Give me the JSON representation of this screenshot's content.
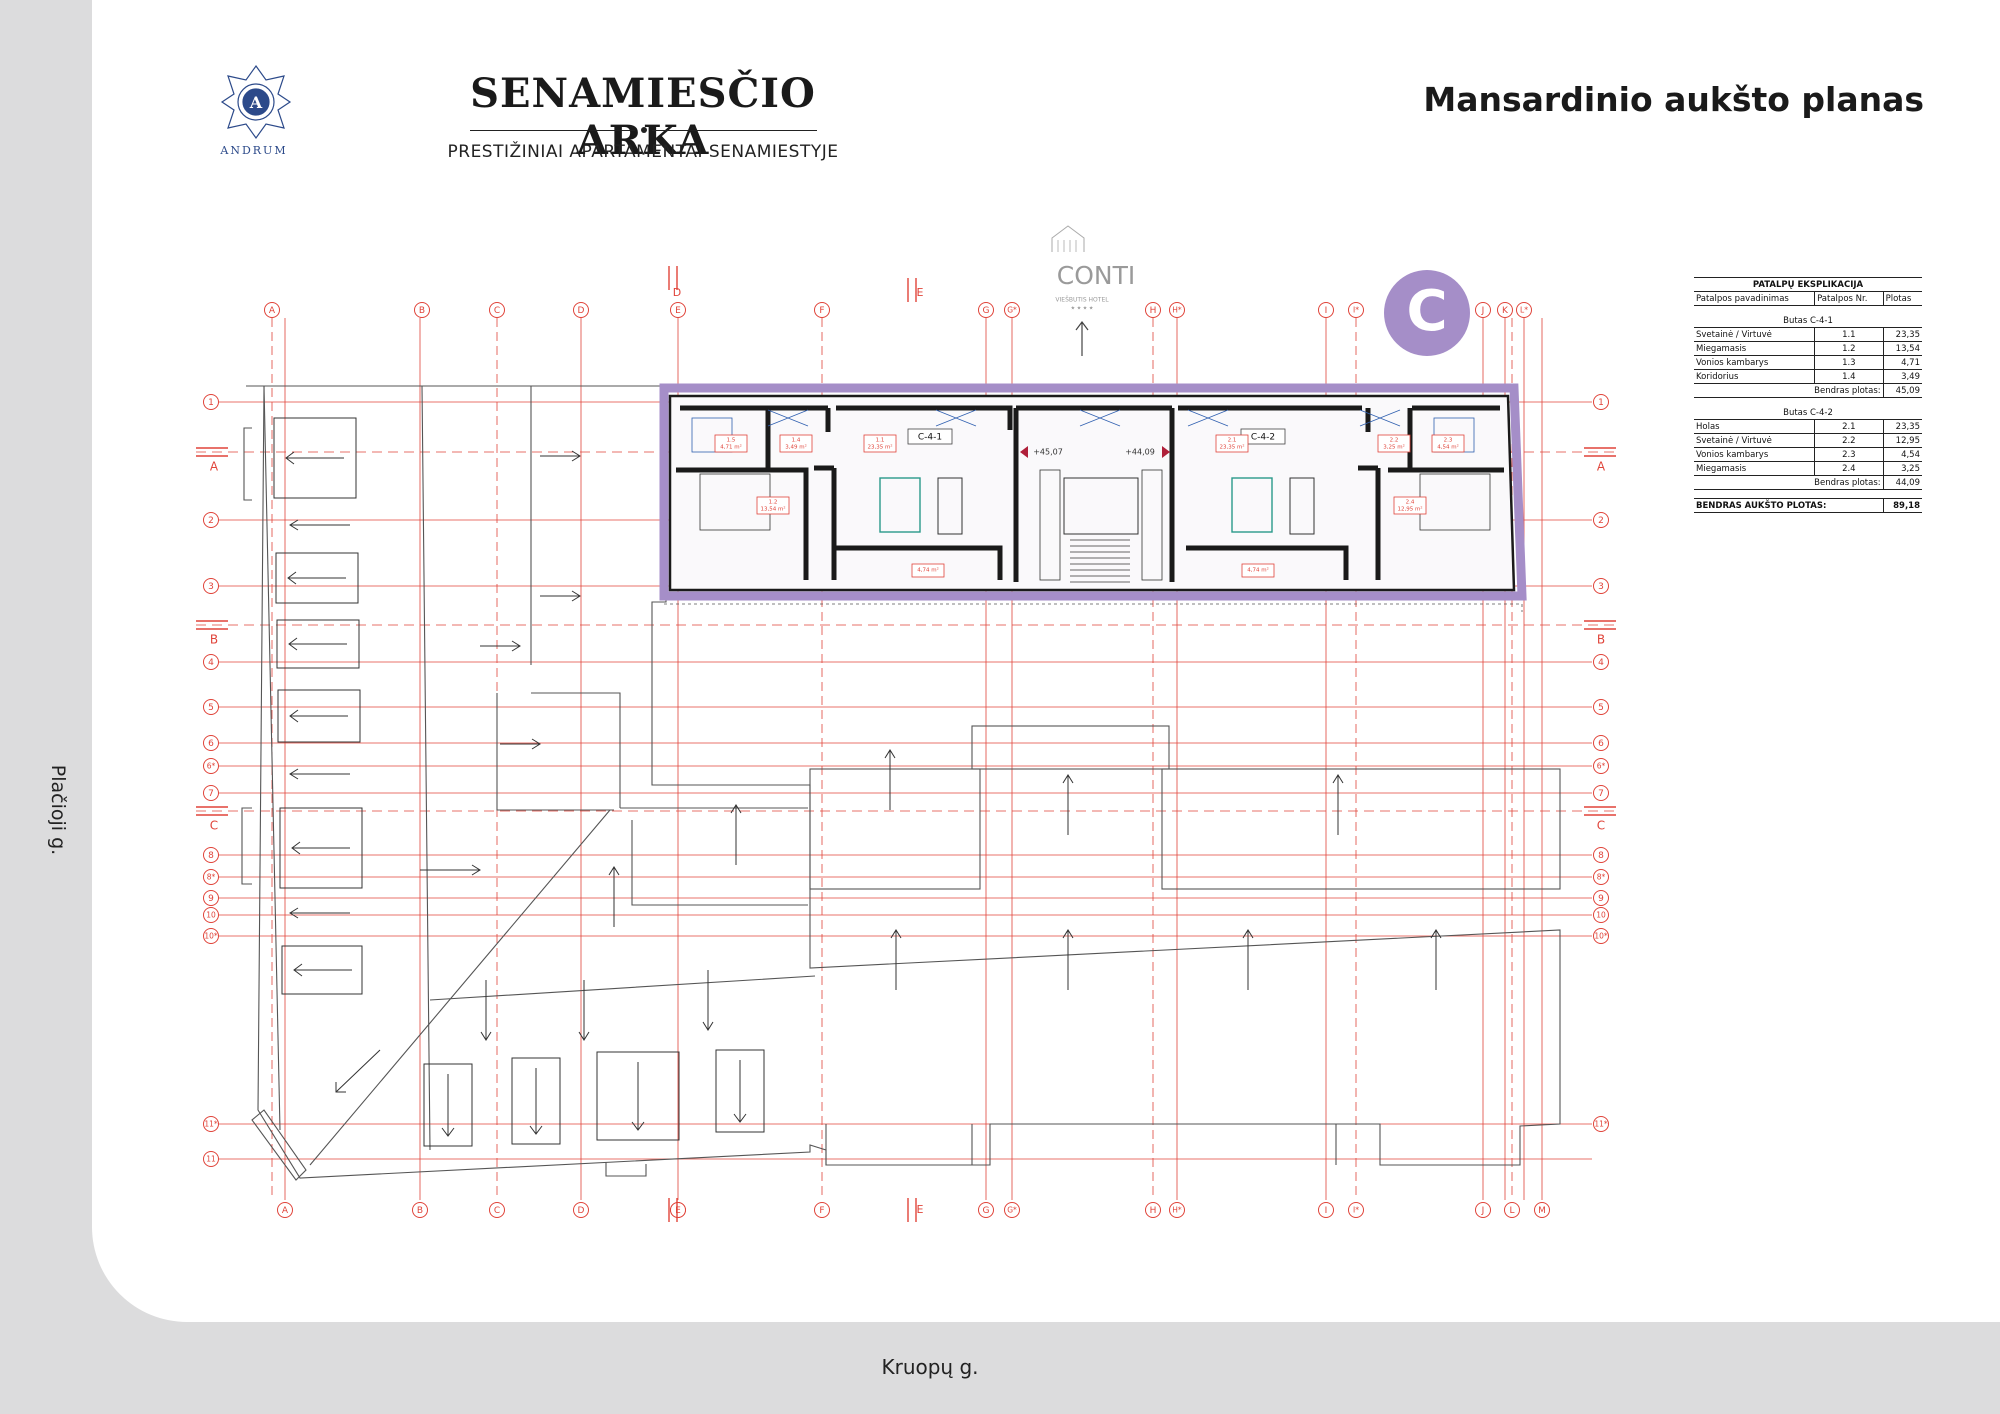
{
  "title": "Mansardinio aukšto planas",
  "brand": {
    "name": "SENAMIESČIO ARKA",
    "tagline": "PRESTIŽINIAI APARTAMENTAI SENAMIESTYJE",
    "logo_text": "ANDRUM"
  },
  "hotel_logo": {
    "name": "CONTI",
    "sub": "VIEŠBUTIS HOTEL"
  },
  "streets": {
    "left": "Plačioji g.",
    "bottom": "Kruopų g."
  },
  "section_letter": "C",
  "colors": {
    "accent": "#a58ec8",
    "grid_red": "#e0443a",
    "wall": "#1a1a1a"
  },
  "axes_top": [
    "A",
    "B",
    "C",
    "D",
    "E",
    "F",
    "G",
    "G*",
    "H",
    "H*",
    "I",
    "I*",
    "J",
    "K",
    "L*"
  ],
  "axes_bottom": [
    "A",
    "B",
    "C",
    "D",
    "E",
    "E",
    "F",
    "G",
    "G*",
    "H",
    "H*",
    "I",
    "I*",
    "J",
    "L",
    "M"
  ],
  "axes_rows": [
    "1",
    "2",
    "3",
    "4",
    "5",
    "6",
    "6*",
    "7",
    "8",
    "8*",
    "9",
    "10",
    "10*",
    "11",
    "11*"
  ],
  "section_marks": [
    "A",
    "B",
    "C"
  ],
  "apartments": [
    {
      "label": "C-4-1",
      "rooms": [
        {
          "no": "1.5",
          "area": "4,71 m²"
        },
        {
          "no": "1.4",
          "area": "3,49 m²"
        },
        {
          "no": "1.1",
          "area": "23,35 m²"
        },
        {
          "no": "1.2",
          "area": "13,54 m²"
        }
      ],
      "extra_area": "4,74 m²"
    },
    {
      "label": "C-4-2",
      "rooms": [
        {
          "no": "2.1",
          "area": "23,35 m²"
        },
        {
          "no": "2.2",
          "area": "3,25 m²"
        },
        {
          "no": "2.3",
          "area": "4,54 m²"
        },
        {
          "no": "2.4",
          "area": "12,95 m²"
        }
      ],
      "extra_area": "4,74 m²"
    }
  ],
  "elevations": [
    "+45,07",
    "+44,09"
  ],
  "explication": {
    "title": "PATALPŲ EKSPLIKACIJA",
    "headers": [
      "Patalpos pavadinimas",
      "Patalpos Nr.",
      "Plotas"
    ],
    "apartments": [
      {
        "name": "Butas  C-4-1",
        "rows": [
          [
            "Svetainė / Virtuvė",
            "1.1",
            "23,35"
          ],
          [
            "Miegamasis",
            "1.2",
            "13,54"
          ],
          [
            "Vonios kambarys",
            "1.3",
            "4,71"
          ],
          [
            "Koridorius",
            "1.4",
            "3,49"
          ]
        ],
        "total_label": "Bendras plotas:",
        "total": "45,09"
      },
      {
        "name": "Butas  C-4-2",
        "rows": [
          [
            "Holas",
            "2.1",
            "23,35"
          ],
          [
            "Svetainė / Virtuvė",
            "2.2",
            "12,95"
          ],
          [
            "Vonios kambarys",
            "2.3",
            "4,54"
          ],
          [
            "Miegamasis",
            "2.4",
            "3,25"
          ]
        ],
        "total_label": "Bendras plotas:",
        "total": "44,09"
      }
    ],
    "floor_total_label": "BENDRAS AUKŠTO PLOTAS:",
    "floor_total": "89,18"
  }
}
